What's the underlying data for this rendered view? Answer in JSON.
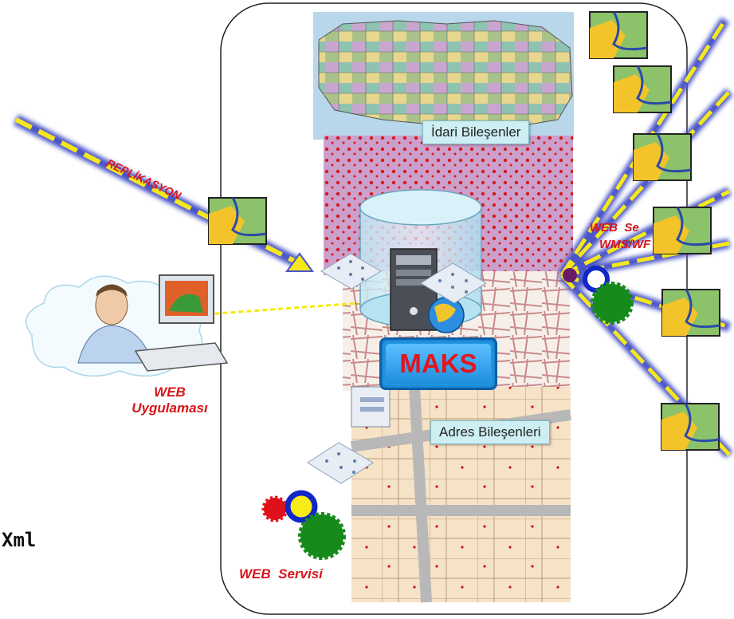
{
  "labels": {
    "idari": "İdari Bileşenler",
    "adres": "Adres Bileşenleri",
    "maks": "MAKS",
    "web_uygulamasi_1": "WEB",
    "web_uygulamasi_2": "Uygulaması",
    "web_servisi": "WEB  Servisi",
    "replikasyon": "REPLİKASYON",
    "web_servis_right_1": "WEB  Se",
    "web_servis_right_2": "WMS/WF",
    "xml": "Xml"
  },
  "colors": {
    "arrow_yellow": "#f4e81c",
    "arrow_glow": "#4a55c8",
    "label_red": "#d8141b",
    "maks_blue": "#2398e4",
    "map_beige": "#f6e2c6",
    "map_purple": "#c7a3d6",
    "gear_red": "#e0101a",
    "gear_blue": "#1227c8",
    "gear_yellow": "#f7ec15",
    "gear_green": "#168a1a"
  },
  "icons": [
    "map-thumbnail-icon",
    "server-icon",
    "grid-plane-icon",
    "gear-icon",
    "user-computer-icon",
    "cloud-icon"
  ]
}
